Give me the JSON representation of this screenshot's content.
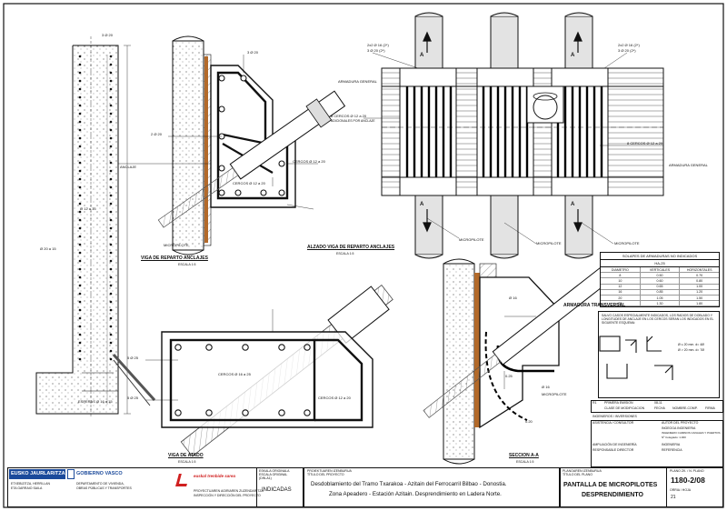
{
  "labels": {
    "viga_reparto": "VIGA DE REPARTO ANCLAJES",
    "alzado": "ALZADO VIGA DE REPARTO ANCLAJES",
    "viga_atado": "VIGA DE ATADO",
    "seccion": "SECCION A-A",
    "escala": "ESCALA 1:5",
    "armadura_transversal": "ARMADURA TRANSVERSAL",
    "anclaje": "ANCLAJE",
    "micropilote": "MICROPILOTE",
    "armadura_general": "ARMADURA GENERAL",
    "section_mark": "A"
  },
  "rebar_callouts": {
    "top": "3 Ø 20",
    "top_right": "3 Ø 20",
    "mid_left": "2 Ø 20",
    "cercos_20": "CERCOS Ø 12 a 20",
    "cercos_mid": "CERCOS Ø 12 a 20",
    "cercos_bottom": "CERCOS Ø 12 a 20",
    "long": "Ø 20 a 15",
    "left_mid": "Ø 12 a 15",
    "esperas": "ESPERAS Ø 16 a 15",
    "atado_top": "5 Ø 25",
    "atado_bottom": "5 Ø 25",
    "atado_cercos": "CERCOS Ø 16 a 25",
    "elev_top1": "2x2 Ø 16 (2*)",
    "elev_top2": "3 Ø 20 (2*)",
    "elev_right1": "2x2 Ø 16 (2*)",
    "elev_right2": "3 Ø 20 (2*)",
    "elev_cercos": "8 CERCOS Ø 12 a 20",
    "elev_cercos_note": "ADICIONALES POR ANCLAJE",
    "elev_right_cercos": "8 CERCOS Ø 12 a 20",
    "sec_top": "Ø 16",
    "sec_bottom": "Ø 16",
    "sec_dim": "0.25",
    "sec_dim2": "0.20"
  },
  "solapes_table": {
    "title": "SOLAPES DE ARMADURAS NO INDICADOS",
    "subtitle": "HA-25",
    "headers": [
      "DIAMETRO",
      "VERTICALES",
      "HORIZONTALES"
    ],
    "rows": [
      [
        "8",
        "0.50",
        "0.70"
      ],
      [
        "10",
        "0.60",
        "0.80"
      ],
      [
        "12",
        "0.65",
        "1.00"
      ],
      [
        "16",
        "0.85",
        "1.20"
      ],
      [
        "20",
        "1.05",
        "1.50"
      ],
      [
        "25",
        "1.30",
        "1.80"
      ]
    ]
  },
  "note_text": "SALVO CASOS ESPECIALMENTE INDICADOS, LOS RADIOS DE DOBLADO Y LONGITUDES DE ANCLAJE EN LOS CERCOS SERAN LOS INDICADOS EN EL SIGUIENTE ESQUEMA:",
  "hook_notes": [
    "Ø ≤ 20 mm. d= 4Ø",
    "Ø > 20 mm. d= 7Ø"
  ],
  "revision": {
    "code": "R1",
    "desc": "PRIMERA EMISION",
    "row2": "CLASE DE MODIFICACION",
    "date_h": "FECHA",
    "name_h": "NOMBRE-COMP.",
    "firma_h": "FIRMA",
    "date": "08-11"
  },
  "authors": {
    "ingenieros": "INGENIEROS / INVERSIONES",
    "asistencia_h": "ASISTENCIA / CONSULTOR",
    "asistencia": "INGEOGA INGENIERIA",
    "autor_h": "AUTOR DEL PROYECTO",
    "autor": "INGENIERO CAMINOS CANALES Y PUERTOS",
    "colegiado": "Nº Colegiado: 1.000",
    "ampliacion_h": "AMPLIACIÓN DE INGENIERÍA",
    "responsable": "RESPONSABLE DIRECTOR",
    "ingenieria": "INGENIERIA",
    "referencia": "REFERENCIA"
  },
  "titleblock": {
    "eusko": "EUSKO JAURLARITZA",
    "gobierno": "GOBIERNO VASCO",
    "dept1": "ETXEBIZITZA, HERRI-LAN",
    "dept2": "ETA GARRAIO SAILA",
    "dept3": "DEPARTAMENTO DE VIVIENDA,",
    "dept4": "OBRAS PÚBLICAS Y TRANSPORTES",
    "euskal": "euskal trenbide sarea",
    "dir1": "PROYECTUAREN AGIRIAREN ZUZENDARITZA",
    "dir2": "INSPECCIÓN Y DIRECCIÓN DEL PROYECTO",
    "escala_h1": "ESKALA ORIGINALA",
    "escala_h2": "ESCALA ORIGINAL",
    "escala_h3": "(DIN-A1)",
    "escala_value": "INDICADAS",
    "proyecto_h1": "PROIEKTUAREN IZENBURUA",
    "proyecto_h2": "TÍTULO DEL PROYECTO",
    "proyecto_line1": "Desdoblamiento del Tramo Txarakoa - Azitain del Ferrocarril Bilbao - Donostia.",
    "proyecto_line2": "Zona Apeadero - Estación Azitain. Desprendimiento en Ladera Norte.",
    "plano_h1": "PLANOAREN IZENBURUA",
    "plano_h2": "TÍTULO DEL PLANO",
    "plano_title1": "PANTALLA DE MICROPILOTES",
    "plano_title2": "DESPRENDIMIENTO",
    "num_h": "PLANO ZK. / N. PLANO",
    "num_value": "1180-2/08",
    "hoja_h": "ORRIA / HOJA",
    "hoja_value": "21"
  },
  "colors": {
    "line": "#111111",
    "rebar": "#000000",
    "anchor_brown": "#b36a2a",
    "hatch": "#777777",
    "pile_fill": "#e3e3e3",
    "blue_logo": "#1b4a9b",
    "red_logo": "#d02020"
  }
}
